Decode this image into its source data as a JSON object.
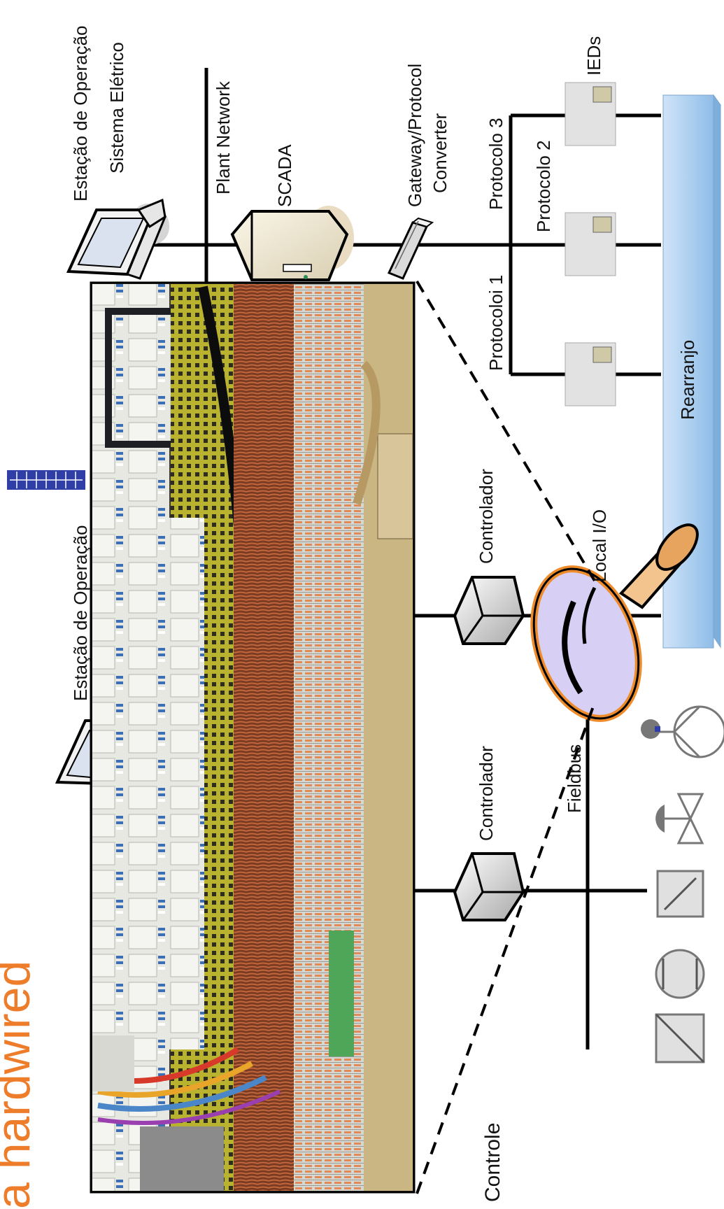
{
  "title": "a hardwired",
  "labels": {
    "estacao_sistema_line1": "Estação de Operação",
    "estacao_sistema_line2": "Sistema Elétrico",
    "plant_network": "Plant Network",
    "scada": "SCADA",
    "gateway_line1": "Gateway/Protocol",
    "gateway_line2": "Converter",
    "protocolo3": "Protocolo 3",
    "protocolo2": "Protocolo 2",
    "protocolo1": "Protocoloi 1",
    "ieds": "IEDs",
    "rearranjo": "Rearranjo",
    "controlador1": "Controlador",
    "controlador2": "Controlador",
    "local_io": "Local I/O",
    "fieldbus": "Fieldbus",
    "estacao_operacao": "Estação de Operação",
    "controle": "Controle"
  },
  "icons": {
    "workstation": "workstation-icon",
    "server": "scada-server-icon",
    "gateway": "gateway-icon",
    "ied": "ied-icon",
    "controller": "controller-icon",
    "magnifier": "magnifying-glass-icon",
    "tower": "antenna-tower-icon",
    "pump": "pump-icon",
    "valve": "valve-icon",
    "switch": "switch-icon",
    "flowmeter": "flowmeter-icon",
    "transmitter": "transmitter-icon",
    "photo": "hardwired-cabinet-photo"
  },
  "colors": {
    "title": "#ee7d2b",
    "rail": "#a9cdf0",
    "lines": "#000000"
  }
}
